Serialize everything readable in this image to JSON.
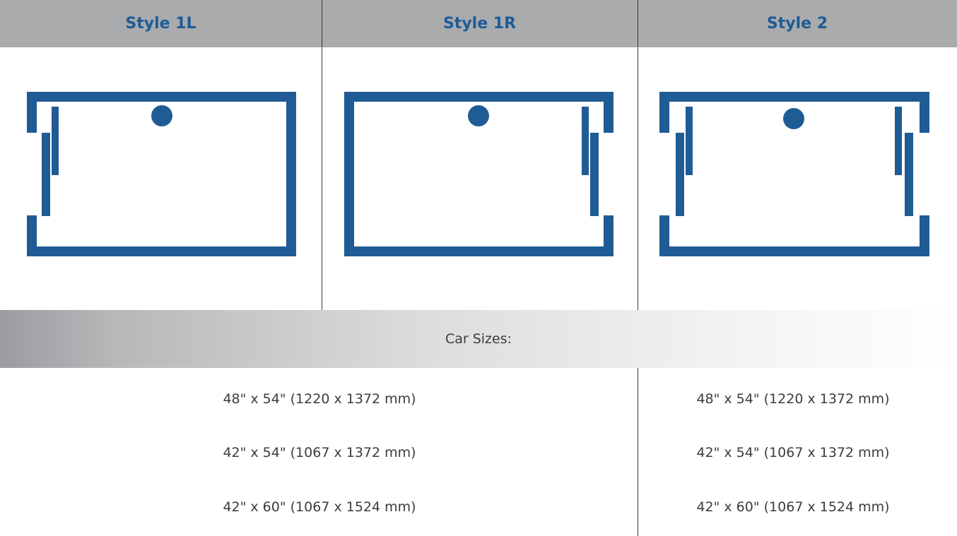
{
  "header": {
    "col1": "Style 1L",
    "col2": "Style 1R",
    "col3": "Style 2"
  },
  "band": {
    "label": "Car Sizes:"
  },
  "sizes": {
    "left": [
      "48\" x 54\" (1220 x 1372 mm)",
      "42\" x 54\" (1067 x 1372 mm)",
      "42\" x 60\" (1067 x 1524 mm)"
    ],
    "right": [
      "48\" x 54\" (1220 x 1372 mm)",
      "42\" x 54\" (1067 x 1372 mm)",
      "42\" x 60\" (1067 x 1524 mm)"
    ]
  },
  "colors": {
    "accent": "#1f5b95",
    "header_bg": "#a9abad"
  }
}
